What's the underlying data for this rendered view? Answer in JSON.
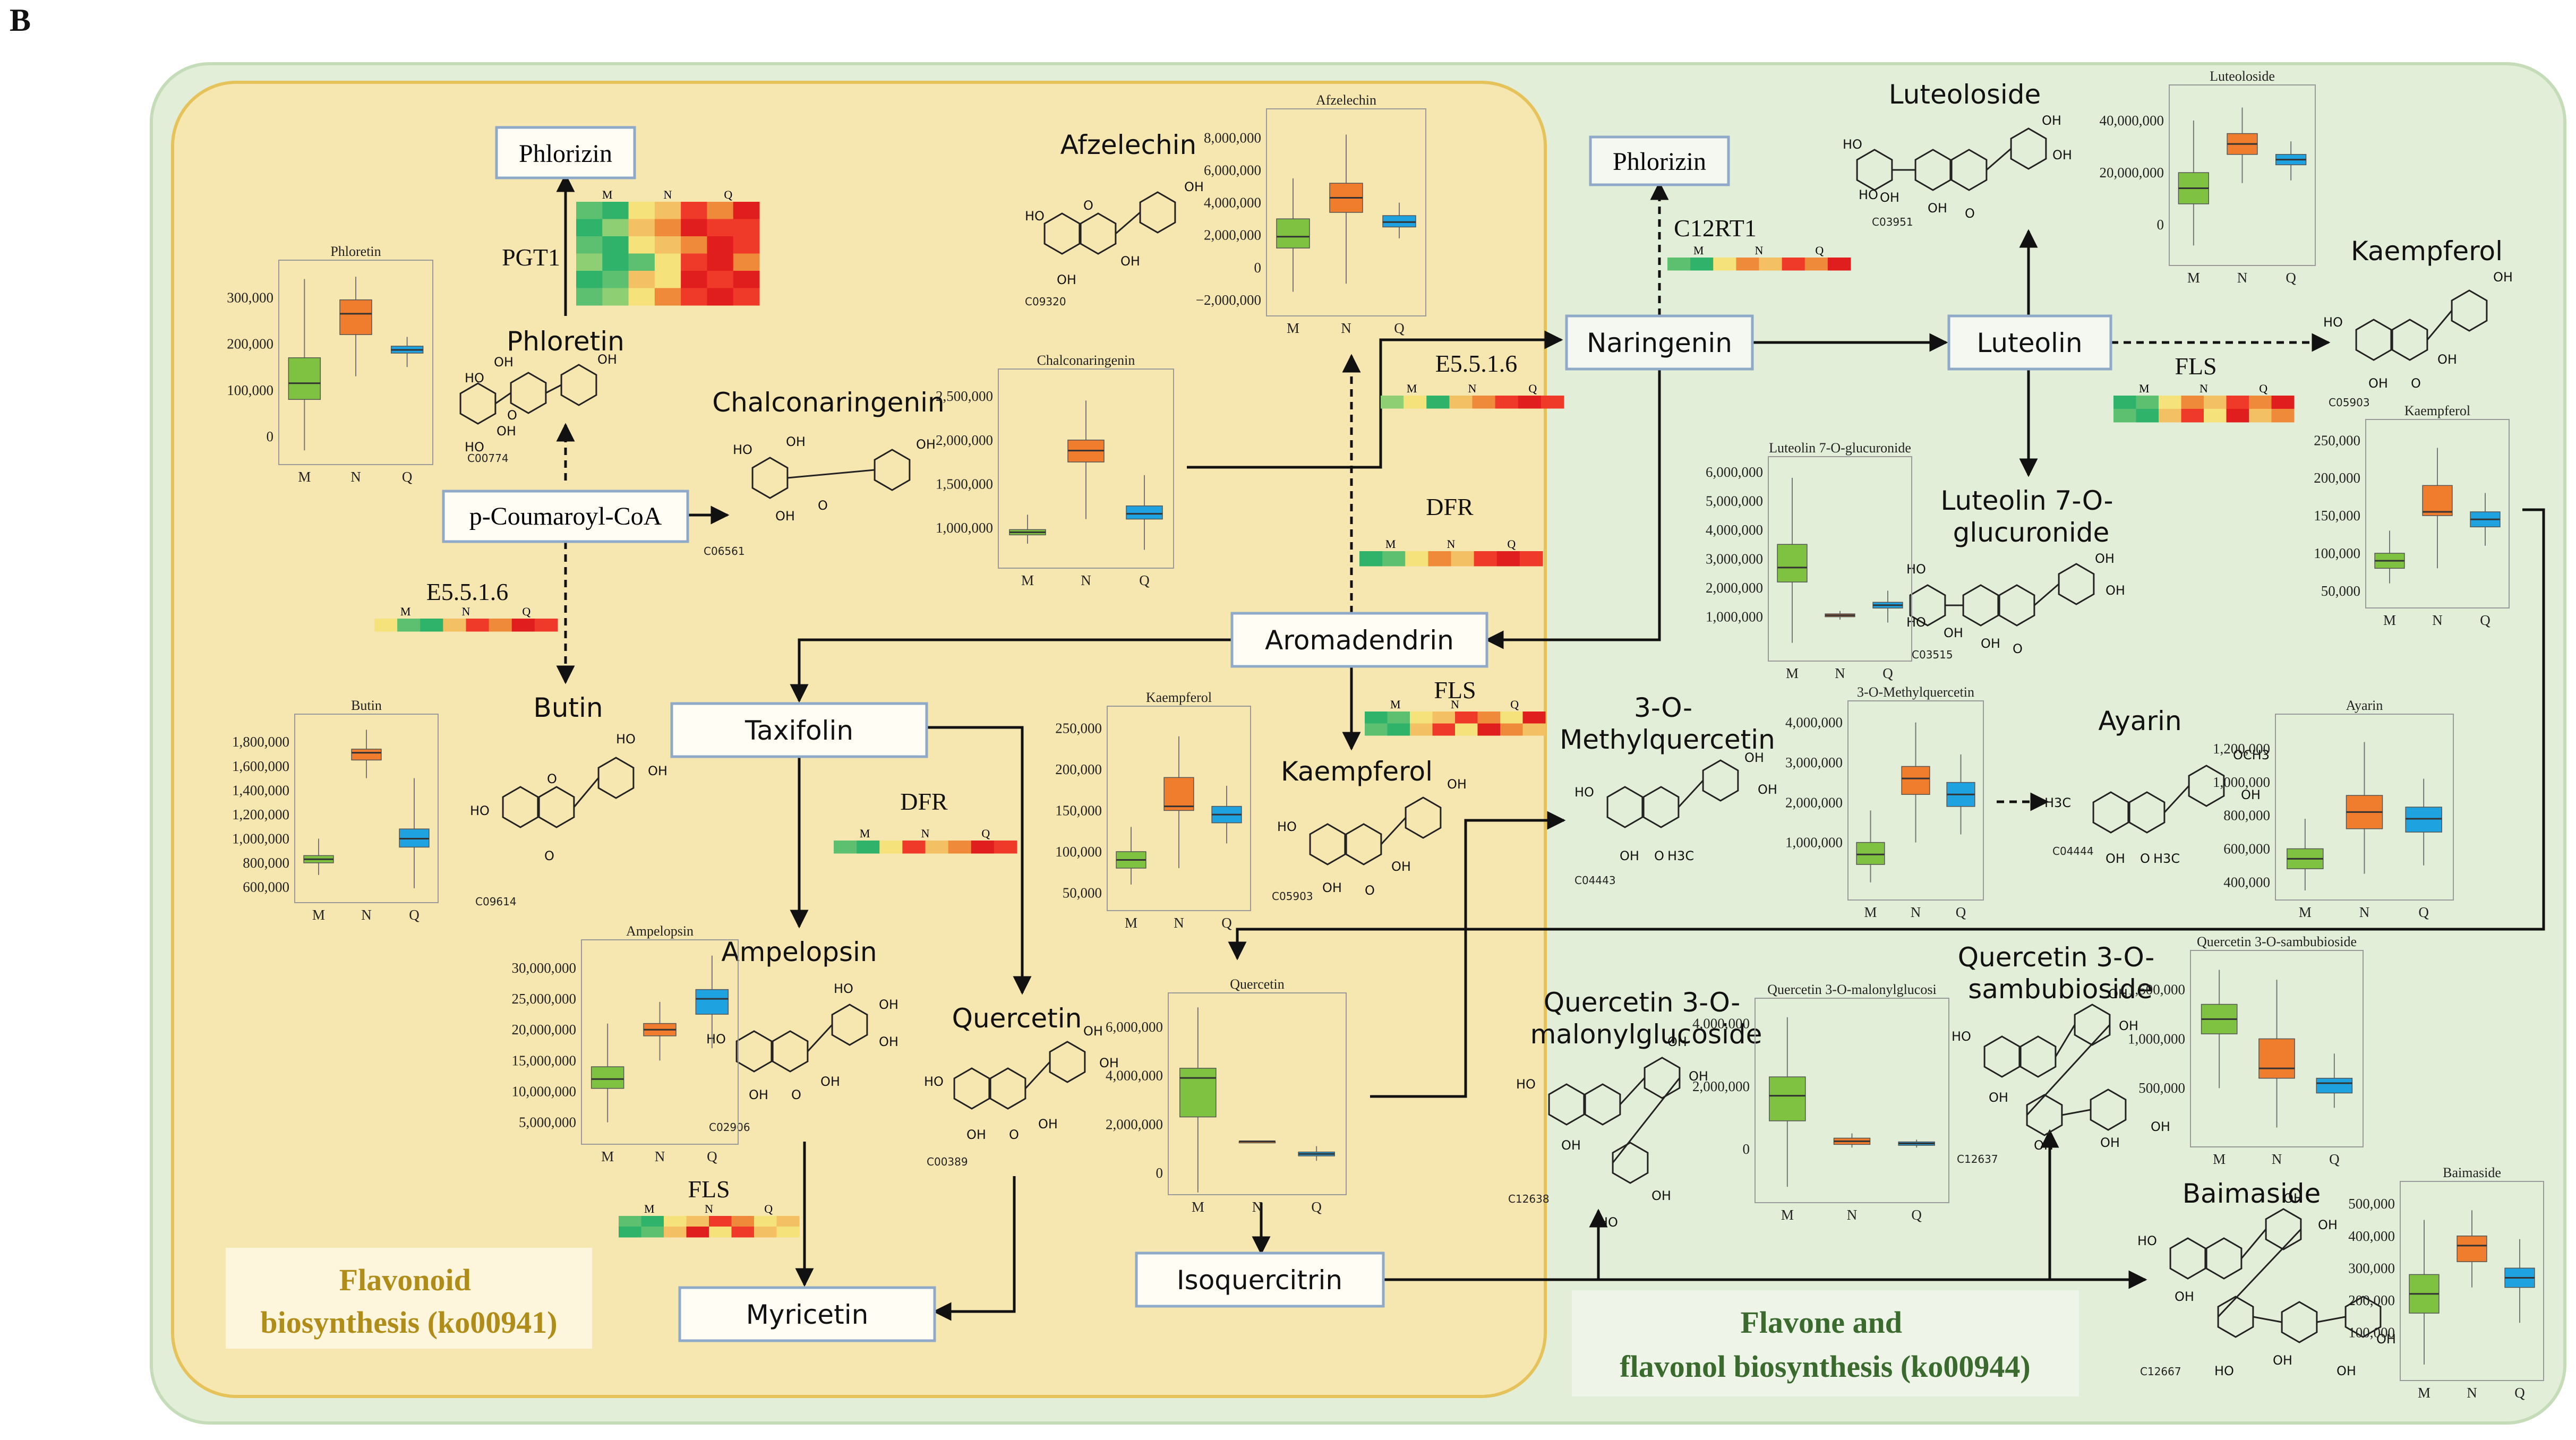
{
  "panel_label": "B",
  "regions": {
    "flavonoid": "Flavonoid\nbiosynthesis (ko00941)",
    "flavone": "Flavone and\nflavonol biosynthesis (ko00944)"
  },
  "nodes": {
    "phlorizin_left": "Phlorizin",
    "p_coumaroyl": "p-Coumaroyl-CoA",
    "taxifolin": "Taxifolin",
    "aromadendrin": "Aromadendrin",
    "myricetin": "Myricetin",
    "isoquercitrin": "Isoquercitrin",
    "phlorizin_right": "Phlorizin",
    "naringenin": "Naringenin",
    "luteolin": "Luteolin"
  },
  "compound_names": {
    "phloretin": "Phloretin",
    "chalconaringenin": "Chalconaringenin",
    "afzelechin": "Afzelechin",
    "butin": "Butin",
    "kaempferol_mid": "Kaempferol",
    "ampelopsin": "Ampelopsin",
    "quercetin": "Quercetin",
    "luteoloside": "Luteoloside",
    "kaempferol_right": "Kaempferol",
    "luteolin7": "Luteolin 7-O-\nglucuronide",
    "methylquercetin": "3-O-\nMethylquercetin",
    "ayarin": "Ayarin",
    "quercetin_malonyl": "Quercetin 3-O-\nmalonylglucoside",
    "quercetin_sambu": "Quercetin 3-O-\nsambubioside",
    "baimaside": "Baimaside"
  },
  "compound_ids": {
    "phloretin": "C00774",
    "chalconaringenin": "C06561",
    "afzelechin": "C09320",
    "butin": "C09614",
    "kaempferol_mid": "C05903",
    "ampelopsin": "C02906",
    "quercetin": "C00389",
    "luteoloside": "C03951",
    "kaempferol_right": "C05903",
    "luteolin7": "C03515",
    "methylquercetin": "C04443",
    "ayarin": "C04444",
    "quercetin_malonyl": "C12638",
    "quercetin_sambu": "C12637",
    "baimaside": "C12667"
  },
  "atoms": {
    "OH": "OH",
    "HO": "HO",
    "O": "O",
    "OCH3": "OCH3",
    "H3C": "H3C"
  },
  "enzymes": {
    "pgt1": "PGT1",
    "e5516_left": "E5.5.1.6",
    "dfr_left": "DFR",
    "fls_left": "FLS",
    "dfr_mid": "DFR",
    "fls_mid": "FLS",
    "e5516_mid": "E5.5.1.6",
    "c12rt1": "C12RT1",
    "fls_right": "FLS"
  },
  "heatmap_headers": [
    "M",
    "N",
    "Q"
  ],
  "colors": {
    "outer_bg": "#e3eed8",
    "outer_border": "#c5dcb8",
    "inner_bg": "#f6e6b0",
    "inner_border": "#e6c25a",
    "region_label_left": "#b08c18",
    "region_label_right": "#3a6a2e",
    "box_M": "#7fc241",
    "box_N": "#ef7d2d",
    "box_Q": "#1fa3e0",
    "node_border": "#8fa9c9"
  },
  "chart_data": [
    {
      "id": "phloretin",
      "type": "box",
      "title": "Phloretin",
      "categories": [
        "M",
        "N",
        "Q"
      ],
      "ticks": [
        {
          "v": 0,
          "l": "0"
        },
        {
          "v": 100000,
          "l": "100,000"
        },
        {
          "v": 200000,
          "l": "200,000"
        },
        {
          "v": 300000,
          "l": "300,000"
        }
      ],
      "ylim": [
        -40000,
        360000
      ],
      "boxes": [
        {
          "min": -30000,
          "q1": 80000,
          "median": 115000,
          "q3": 170000,
          "max": 340000
        },
        {
          "min": 130000,
          "q1": 220000,
          "median": 265000,
          "q3": 295000,
          "max": 345000
        },
        {
          "min": 150000,
          "q1": 180000,
          "median": 187000,
          "q3": 195000,
          "max": 215000
        }
      ]
    },
    {
      "id": "afzelechin",
      "type": "box",
      "title": "Afzelechin",
      "categories": [
        "M",
        "N",
        "Q"
      ],
      "ticks": [
        {
          "v": -2000000,
          "l": "−2,000,000"
        },
        {
          "v": 0,
          "l": "0"
        },
        {
          "v": 2000000,
          "l": "2,000,000"
        },
        {
          "v": 4000000,
          "l": "4,000,000"
        },
        {
          "v": 6000000,
          "l": "6,000,000"
        },
        {
          "v": 8000000,
          "l": "8,000,000"
        }
      ],
      "ylim": [
        -2400000,
        9200000
      ],
      "boxes": [
        {
          "min": -1500000,
          "q1": 1200000,
          "median": 1900000,
          "q3": 3000000,
          "max": 5500000
        },
        {
          "min": -1000000,
          "q1": 3400000,
          "median": 4300000,
          "q3": 5200000,
          "max": 8200000
        },
        {
          "min": 1800000,
          "q1": 2500000,
          "median": 2800000,
          "q3": 3200000,
          "max": 4000000
        }
      ]
    },
    {
      "id": "chalconaringenin",
      "type": "box",
      "title": "Chalconaringenin",
      "categories": [
        "M",
        "N",
        "Q"
      ],
      "ticks": [
        {
          "v": 1000000,
          "l": "1,000,000"
        },
        {
          "v": 1500000,
          "l": "1,500,000"
        },
        {
          "v": 2000000,
          "l": "2,000,000"
        },
        {
          "v": 2500000,
          "l": "2,500,000"
        }
      ],
      "ylim": [
        650000,
        2700000
      ],
      "boxes": [
        {
          "min": 820000,
          "q1": 920000,
          "median": 950000,
          "q3": 980000,
          "max": 1150000
        },
        {
          "min": 1100000,
          "q1": 1750000,
          "median": 1880000,
          "q3": 2000000,
          "max": 2450000
        },
        {
          "min": 750000,
          "q1": 1100000,
          "median": 1160000,
          "q3": 1250000,
          "max": 1600000
        }
      ]
    },
    {
      "id": "butin",
      "type": "box",
      "title": "Butin",
      "categories": [
        "M",
        "N",
        "Q"
      ],
      "ticks": [
        {
          "v": 600000,
          "l": "600,000"
        },
        {
          "v": 800000,
          "l": "800,000"
        },
        {
          "v": 1000000,
          "l": "1,000,000"
        },
        {
          "v": 1200000,
          "l": "1,200,000"
        },
        {
          "v": 1400000,
          "l": "1,400,000"
        },
        {
          "v": 1600000,
          "l": "1,600,000"
        },
        {
          "v": 1800000,
          "l": "1,800,000"
        }
      ],
      "ylim": [
        550000,
        1950000
      ],
      "boxes": [
        {
          "min": 700000,
          "q1": 800000,
          "median": 830000,
          "q3": 860000,
          "max": 1000000
        },
        {
          "min": 1500000,
          "q1": 1650000,
          "median": 1710000,
          "q3": 1740000,
          "max": 1900000
        },
        {
          "min": 590000,
          "q1": 930000,
          "median": 1000000,
          "q3": 1080000,
          "max": 1500000
        }
      ]
    },
    {
      "id": "kaempferol_mid",
      "type": "box",
      "title": "Kaempferol",
      "categories": [
        "M",
        "N",
        "Q"
      ],
      "ticks": [
        {
          "v": 50000,
          "l": "50,000"
        },
        {
          "v": 100000,
          "l": "100,000"
        },
        {
          "v": 150000,
          "l": "150,000"
        },
        {
          "v": 200000,
          "l": "200,000"
        },
        {
          "v": 250000,
          "l": "250,000"
        }
      ],
      "ylim": [
        40000,
        265000
      ],
      "boxes": [
        {
          "min": 60000,
          "q1": 80000,
          "median": 90000,
          "q3": 100000,
          "max": 130000
        },
        {
          "min": 80000,
          "q1": 150000,
          "median": 155000,
          "q3": 190000,
          "max": 240000
        },
        {
          "min": 110000,
          "q1": 135000,
          "median": 145000,
          "q3": 155000,
          "max": 180000
        }
      ]
    },
    {
      "id": "ampelopsin",
      "type": "box",
      "title": "Ampelopsin",
      "categories": [
        "M",
        "N",
        "Q"
      ],
      "ticks": [
        {
          "v": 5000000,
          "l": "5,000,000"
        },
        {
          "v": 10000000,
          "l": "10,000,000"
        },
        {
          "v": 15000000,
          "l": "15,000,000"
        },
        {
          "v": 20000000,
          "l": "20,000,000"
        },
        {
          "v": 25000000,
          "l": "25,000,000"
        },
        {
          "v": 30000000,
          "l": "30,000,000"
        }
      ],
      "ylim": [
        3000000,
        33000000
      ],
      "boxes": [
        {
          "min": 5000000,
          "q1": 10500000,
          "median": 12000000,
          "q3": 14000000,
          "max": 21000000
        },
        {
          "min": 15000000,
          "q1": 19000000,
          "median": 20000000,
          "q3": 21000000,
          "max": 24500000
        },
        {
          "min": 17000000,
          "q1": 22500000,
          "median": 25000000,
          "q3": 26500000,
          "max": 32000000
        }
      ]
    },
    {
      "id": "quercetin",
      "type": "box",
      "title": "Quercetin",
      "categories": [
        "M",
        "N",
        "Q"
      ],
      "ticks": [
        {
          "v": 0,
          "l": "0"
        },
        {
          "v": 2000000,
          "l": "2,000,000"
        },
        {
          "v": 4000000,
          "l": "4,000,000"
        },
        {
          "v": 6000000,
          "l": "6,000,000"
        }
      ],
      "ylim": [
        -500000,
        7000000
      ],
      "boxes": [
        {
          "min": -800000,
          "q1": 2300000,
          "median": 3900000,
          "q3": 4300000,
          "max": 6800000
        },
        {
          "min": 1300000,
          "q1": 1300000,
          "median": 1300000,
          "q3": 1300000,
          "max": 1300000
        },
        {
          "min": 500000,
          "q1": 700000,
          "median": 780000,
          "q3": 860000,
          "max": 1100000
        }
      ]
    },
    {
      "id": "luteoloside",
      "type": "box",
      "title": "Luteoloside",
      "categories": [
        "M",
        "N",
        "Q"
      ],
      "ticks": [
        {
          "v": 0,
          "l": "0"
        },
        {
          "v": 20000000,
          "l": "20,000,000"
        },
        {
          "v": 40000000,
          "l": "40,000,000"
        }
      ],
      "ylim": [
        -12000000,
        50000000
      ],
      "boxes": [
        {
          "min": -8000000,
          "q1": 8000000,
          "median": 14000000,
          "q3": 20000000,
          "max": 40000000
        },
        {
          "min": 16000000,
          "q1": 27000000,
          "median": 31000000,
          "q3": 35000000,
          "max": 45000000
        },
        {
          "min": 17000000,
          "q1": 23000000,
          "median": 25000000,
          "q3": 27000000,
          "max": 32000000
        }
      ]
    },
    {
      "id": "luteolin7",
      "type": "box",
      "title": "Luteolin 7-O-glucuronide",
      "categories": [
        "M",
        "N",
        "Q"
      ],
      "ticks": [
        {
          "v": 1000000,
          "l": "1,000,000"
        },
        {
          "v": 2000000,
          "l": "2,000,000"
        },
        {
          "v": 3000000,
          "l": "3,000,000"
        },
        {
          "v": 4000000,
          "l": "4,000,000"
        },
        {
          "v": 5000000,
          "l": "5,000,000"
        },
        {
          "v": 6000000,
          "l": "6,000,000"
        }
      ],
      "ylim": [
        -200000,
        6200000
      ],
      "boxes": [
        {
          "min": 100000,
          "q1": 2200000,
          "median": 2700000,
          "q3": 3500000,
          "max": 5800000
        },
        {
          "min": 900000,
          "q1": 1000000,
          "median": 1050000,
          "q3": 1100000,
          "max": 1200000
        },
        {
          "min": 800000,
          "q1": 1300000,
          "median": 1400000,
          "q3": 1500000,
          "max": 1900000
        }
      ]
    },
    {
      "id": "kaempferol_right",
      "type": "box",
      "title": "Kaempferol",
      "categories": [
        "M",
        "N",
        "Q"
      ],
      "ticks": [
        {
          "v": 50000,
          "l": "50,000"
        },
        {
          "v": 100000,
          "l": "100,000"
        },
        {
          "v": 150000,
          "l": "150,000"
        },
        {
          "v": 200000,
          "l": "200,000"
        },
        {
          "v": 250000,
          "l": "250,000"
        }
      ],
      "ylim": [
        40000,
        265000
      ],
      "boxes": [
        {
          "min": 60000,
          "q1": 80000,
          "median": 90000,
          "q3": 100000,
          "max": 130000
        },
        {
          "min": 80000,
          "q1": 150000,
          "median": 155000,
          "q3": 190000,
          "max": 240000
        },
        {
          "min": 110000,
          "q1": 135000,
          "median": 145000,
          "q3": 155000,
          "max": 180000
        }
      ]
    },
    {
      "id": "methylquercetin",
      "type": "box",
      "title": "3-O-Methylquercetin",
      "categories": [
        "M",
        "N",
        "Q"
      ],
      "ticks": [
        {
          "v": 1000000,
          "l": "1,000,000"
        },
        {
          "v": 2000000,
          "l": "2,000,000"
        },
        {
          "v": 3000000,
          "l": "3,000,000"
        },
        {
          "v": 4000000,
          "l": "4,000,000"
        }
      ],
      "ylim": [
        -200000,
        4300000
      ],
      "boxes": [
        {
          "min": 0,
          "q1": 450000,
          "median": 700000,
          "q3": 1000000,
          "max": 1800000
        },
        {
          "min": 1000000,
          "q1": 2200000,
          "median": 2600000,
          "q3": 2900000,
          "max": 4000000
        },
        {
          "min": 1200000,
          "q1": 1900000,
          "median": 2200000,
          "q3": 2500000,
          "max": 3200000
        }
      ]
    },
    {
      "id": "ayarin",
      "type": "box",
      "title": "Ayarin",
      "categories": [
        "M",
        "N",
        "Q"
      ],
      "ticks": [
        {
          "v": 400000,
          "l": "400,000"
        },
        {
          "v": 600000,
          "l": "600,000"
        },
        {
          "v": 800000,
          "l": "800,000"
        },
        {
          "v": 1000000,
          "l": "1,000,000"
        },
        {
          "v": 1200000,
          "l": "1,200,000"
        }
      ],
      "ylim": [
        350000,
        1350000
      ],
      "boxes": [
        {
          "min": 350000,
          "q1": 480000,
          "median": 540000,
          "q3": 600000,
          "max": 780000
        },
        {
          "min": 450000,
          "q1": 720000,
          "median": 820000,
          "q3": 920000,
          "max": 1240000
        },
        {
          "min": 500000,
          "q1": 700000,
          "median": 780000,
          "q3": 850000,
          "max": 1020000
        }
      ]
    },
    {
      "id": "quercetin_malonyl",
      "type": "box",
      "title": "Quercetin 3-O-malonylglucosi",
      "categories": [
        "M",
        "N",
        "Q"
      ],
      "ticks": [
        {
          "v": 0,
          "l": "0"
        },
        {
          "v": 2000000,
          "l": "2,000,000"
        },
        {
          "v": 4000000,
          "l": "4,000,000"
        }
      ],
      "ylim": [
        -1400000,
        4500000
      ],
      "boxes": [
        {
          "min": -1200000,
          "q1": 900000,
          "median": 1700000,
          "q3": 2300000,
          "max": 4200000
        },
        {
          "min": 50000,
          "q1": 150000,
          "median": 250000,
          "q3": 350000,
          "max": 500000
        },
        {
          "min": 50000,
          "q1": 120000,
          "median": 180000,
          "q3": 230000,
          "max": 300000
        }
      ]
    },
    {
      "id": "quercetin_sambu",
      "type": "box",
      "title": "Quercetin 3-O-sambubioside",
      "categories": [
        "M",
        "N",
        "Q"
      ],
      "ticks": [
        {
          "v": 500000,
          "l": "500,000"
        },
        {
          "v": 1000000,
          "l": "1,000,000"
        },
        {
          "v": 1500000,
          "l": "1,500,000"
        }
      ],
      "ylim": [
        0,
        1800000
      ],
      "boxes": [
        {
          "min": 500000,
          "q1": 1050000,
          "median": 1200000,
          "q3": 1350000,
          "max": 1700000
        },
        {
          "min": 100000,
          "q1": 600000,
          "median": 700000,
          "q3": 1000000,
          "max": 1600000
        },
        {
          "min": 300000,
          "q1": 450000,
          "median": 550000,
          "q3": 600000,
          "max": 850000
        }
      ]
    },
    {
      "id": "baimaside",
      "type": "box",
      "title": "Baimaside",
      "categories": [
        "M",
        "N",
        "Q"
      ],
      "ticks": [
        {
          "v": 100000,
          "l": "100,000"
        },
        {
          "v": 200000,
          "l": "200,000"
        },
        {
          "v": 300000,
          "l": "300,000"
        },
        {
          "v": 400000,
          "l": "400,000"
        },
        {
          "v": 500000,
          "l": "500,000"
        }
      ],
      "ylim": [
        -20000,
        540000
      ],
      "boxes": [
        {
          "min": 0,
          "q1": 160000,
          "median": 220000,
          "q3": 280000,
          "max": 450000
        },
        {
          "min": 240000,
          "q1": 320000,
          "median": 370000,
          "q3": 400000,
          "max": 480000
        },
        {
          "min": 130000,
          "q1": 240000,
          "median": 270000,
          "q3": 300000,
          "max": 390000
        }
      ]
    }
  ]
}
